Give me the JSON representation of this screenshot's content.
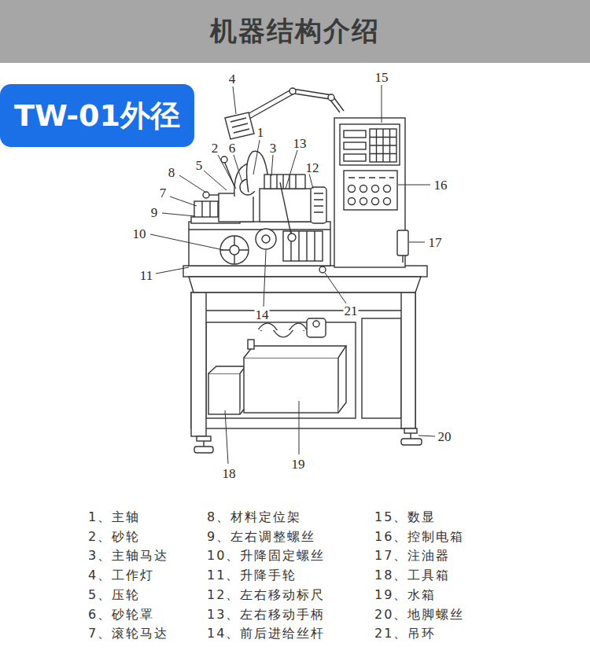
{
  "diagram": {
    "title": "机器结构介绍",
    "nodes": [
      {
        "text": [
          "TW-01外径"
        ]
      }
    ],
    "labels": [
      "4",
      "15",
      "1",
      "2",
      "6",
      "3",
      "13",
      "12",
      "8",
      "5",
      "16",
      "7",
      "9",
      "10",
      "17",
      "11",
      "14",
      "21",
      "20",
      "18",
      "19",
      "1、主轴",
      "2、砂轮",
      "3、主轴马达",
      "4、工作灯",
      "5、压轮",
      "6、砂轮罩",
      "7、滚轮马达",
      "8、材料定位架",
      "9、左右调整螺丝",
      "10、升降固定螺丝",
      "11、升降手轮",
      "12、左右移动标尺",
      "13、左右移动手柄",
      "14、前后进给丝杆",
      "15、数显",
      "16、控制电箱",
      "17、注油器",
      "18、工具箱",
      "19、水箱",
      "20、地脚螺丝",
      "21、吊环"
    ]
  }
}
